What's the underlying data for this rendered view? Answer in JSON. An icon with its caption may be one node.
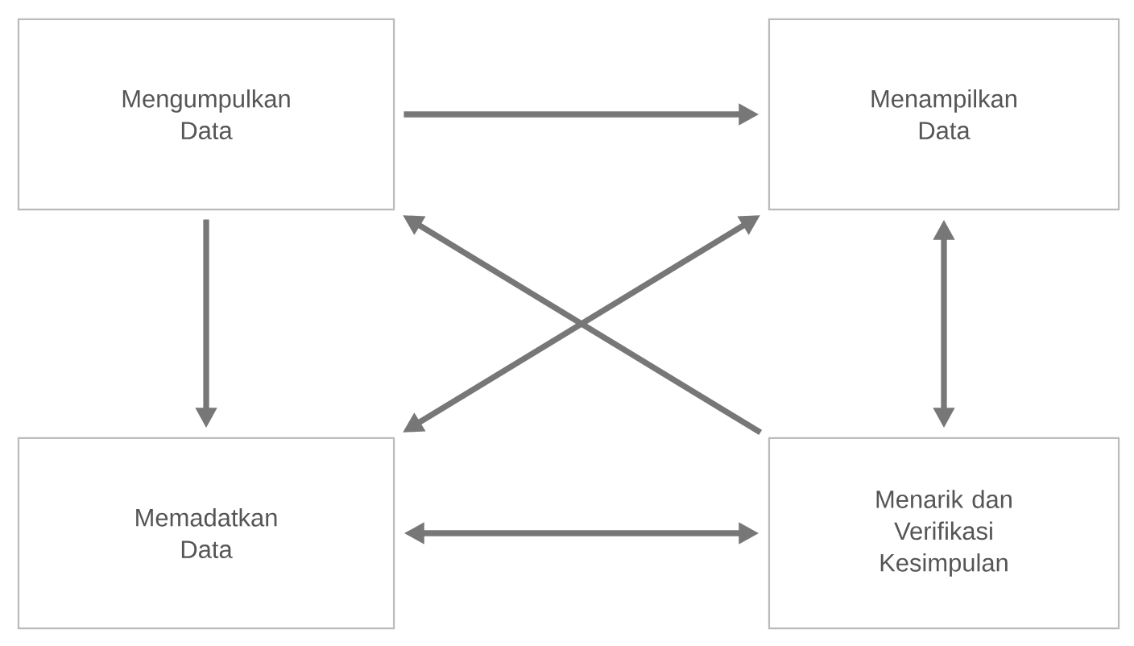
{
  "diagram": {
    "nodes": [
      {
        "text": [
          "Mengumpulkan Data"
        ]
      },
      {
        "text": [
          "Menampilkan Data"
        ]
      },
      {
        "text": [
          "Memadatkan Data"
        ]
      },
      {
        "text": [
          "Menarik dan Verifikasi Kesimpulan"
        ]
      }
    ],
    "edges": [
      {
        "from": 0,
        "to": 1,
        "arrow": "to"
      },
      {
        "from": 0,
        "to": 2,
        "arrow": "to"
      },
      {
        "from": 1,
        "to": 2,
        "arrow": "both"
      },
      {
        "from": 3,
        "to": 0,
        "arrow": "to"
      },
      {
        "from": 1,
        "to": 3,
        "arrow": "both"
      },
      {
        "from": 2,
        "to": 3,
        "arrow": "both"
      }
    ]
  }
}
